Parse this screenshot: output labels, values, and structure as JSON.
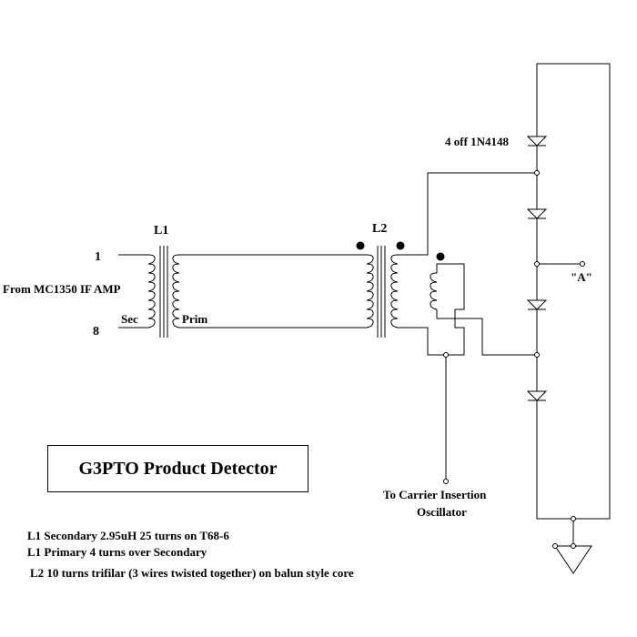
{
  "title": "G3PTO Product Detector",
  "labels": {
    "l1": "L1",
    "l2": "L2",
    "pin1": "1",
    "pin8": "8",
    "input_source": "From MC1350 IF AMP",
    "secondary": "Sec",
    "primary": "Prim",
    "diodes": "4 off 1N4148",
    "output_a": "\"A\"",
    "cio_line1": "To Carrier Insertion",
    "cio_line2": "Oscillator"
  },
  "notes": [
    "L1 Secondary 2.95uH 25 turns on T68-6",
    "L1 Primary 4 turns over Secondary",
    "L2 10 turns trifilar (3 wires twisted together) on balun style core"
  ],
  "components": {
    "transformers": [
      "L1",
      "L2"
    ],
    "diode_part": "1N4148",
    "diode_count": 4
  },
  "colors": {
    "line": "#000000",
    "background": "#ffffff"
  }
}
